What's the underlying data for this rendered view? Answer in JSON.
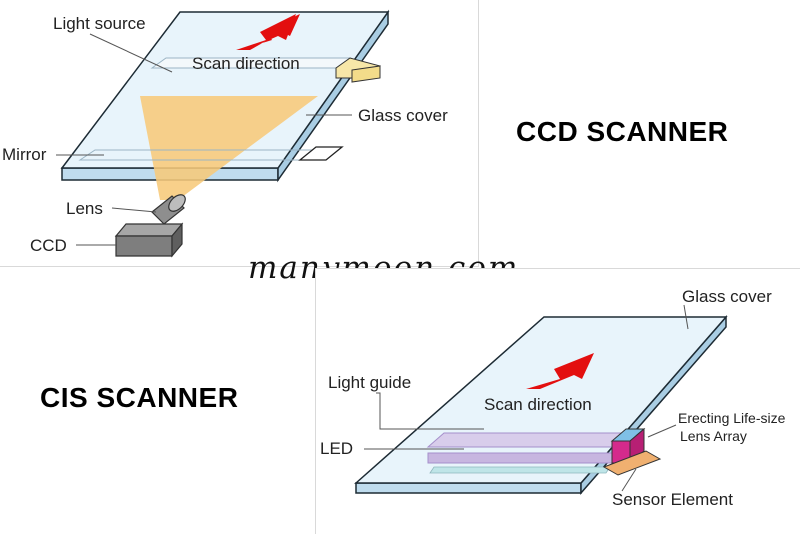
{
  "ccd": {
    "heading": "CCD SCANNER",
    "labels": {
      "light_source": "Light source",
      "scan_direction": "Scan direction",
      "glass_cover": "Glass cover",
      "mirror": "Mirror",
      "lens": "Lens",
      "ccd": "CCD"
    }
  },
  "cis": {
    "heading": "CIS SCANNER",
    "labels": {
      "glass_cover": "Glass cover",
      "light_guide": "Light guide",
      "scan_direction": "Scan direction",
      "erecting_lens_line1": "Erecting Life-size",
      "erecting_lens_line2": "Lens Array",
      "led": "LED",
      "sensor_element": "Sensor Element"
    }
  },
  "watermark": "manymoon.com",
  "colors": {
    "glass": "#e8f4fb",
    "glass_edge": "#1d2b34",
    "arrow": "#e30f0f",
    "light_beam": "#f7c97a",
    "light_guide": "#c7b6e0",
    "lens_array": "#d42a8c",
    "sensor": "#f0b070",
    "ccd_body": "#8a8a8a"
  }
}
